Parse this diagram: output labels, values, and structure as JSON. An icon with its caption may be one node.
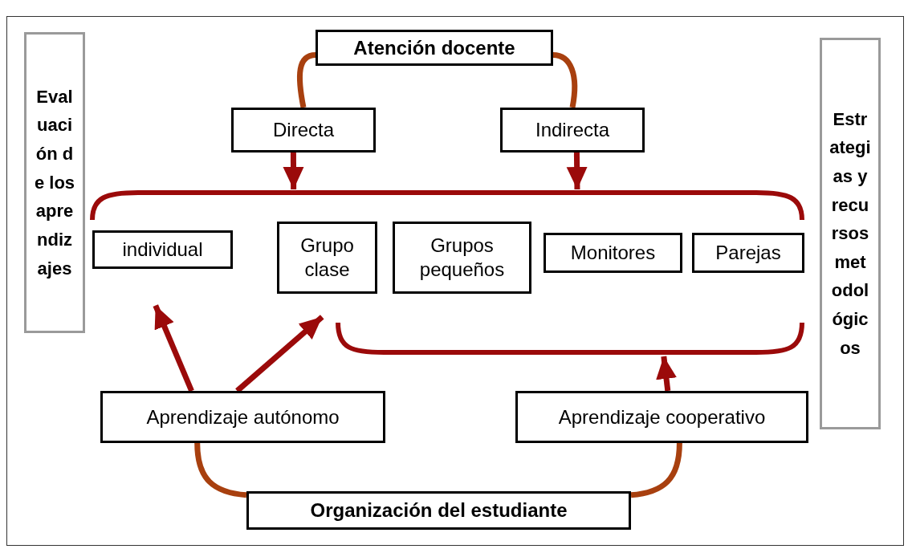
{
  "diagram": {
    "nodes": [
      {
        "text": [
          "Atención docente"
        ]
      },
      {
        "text": [
          "Directa"
        ]
      },
      {
        "text": [
          "Indirecta"
        ]
      },
      {
        "text": [
          "Evaluación de los aprendizajes"
        ]
      },
      {
        "text": [
          "Estrategias y recursos metodológicos"
        ]
      },
      {
        "text": [],
        "shape": "bracket"
      },
      {
        "text": [
          "individual"
        ]
      },
      {
        "text": [
          "Grupo clase"
        ]
      },
      {
        "text": [
          "Grupos pequeños"
        ]
      },
      {
        "text": [
          "Monitores"
        ]
      },
      {
        "text": [
          "Parejas"
        ]
      },
      {
        "text": [],
        "shape": "bracket"
      },
      {
        "text": [
          "Aprendizaje autónomo"
        ]
      },
      {
        "text": [
          "Aprendizaje cooperativo"
        ]
      },
      {
        "text": [
          "Organización del estudiante"
        ]
      }
    ],
    "edges": [
      {
        "from": 0,
        "to": 1,
        "arrow": "none",
        "color": "#a8400f"
      },
      {
        "from": 0,
        "to": 2,
        "arrow": "none",
        "color": "#a8400f"
      },
      {
        "from": 1,
        "to": 5,
        "arrow": "to"
      },
      {
        "from": 2,
        "to": 5,
        "arrow": "to"
      },
      {
        "from": 12,
        "to": 6,
        "arrow": "to"
      },
      {
        "from": 12,
        "to": 7,
        "arrow": "to"
      },
      {
        "from": 13,
        "to": 11,
        "arrow": "to"
      },
      {
        "from": 12,
        "to": 14,
        "arrow": "none",
        "color": "#a8400f"
      },
      {
        "from": 13,
        "to": 14,
        "arrow": "none",
        "color": "#a8400f"
      }
    ]
  }
}
